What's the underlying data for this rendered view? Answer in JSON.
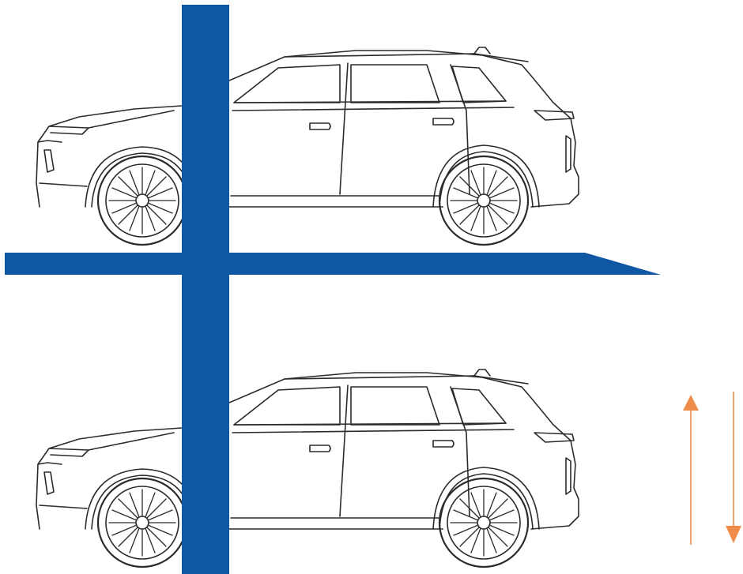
{
  "diagram": {
    "type": "two-level car parking lift (side view)",
    "levels": [
      "upper-car",
      "lower-car"
    ],
    "motion_arrows": [
      "up",
      "down"
    ]
  },
  "colors": {
    "structure": "#0f57a3",
    "arrow": "#f08c4a",
    "outline": "#2b2b2b",
    "background": "#ffffff"
  }
}
